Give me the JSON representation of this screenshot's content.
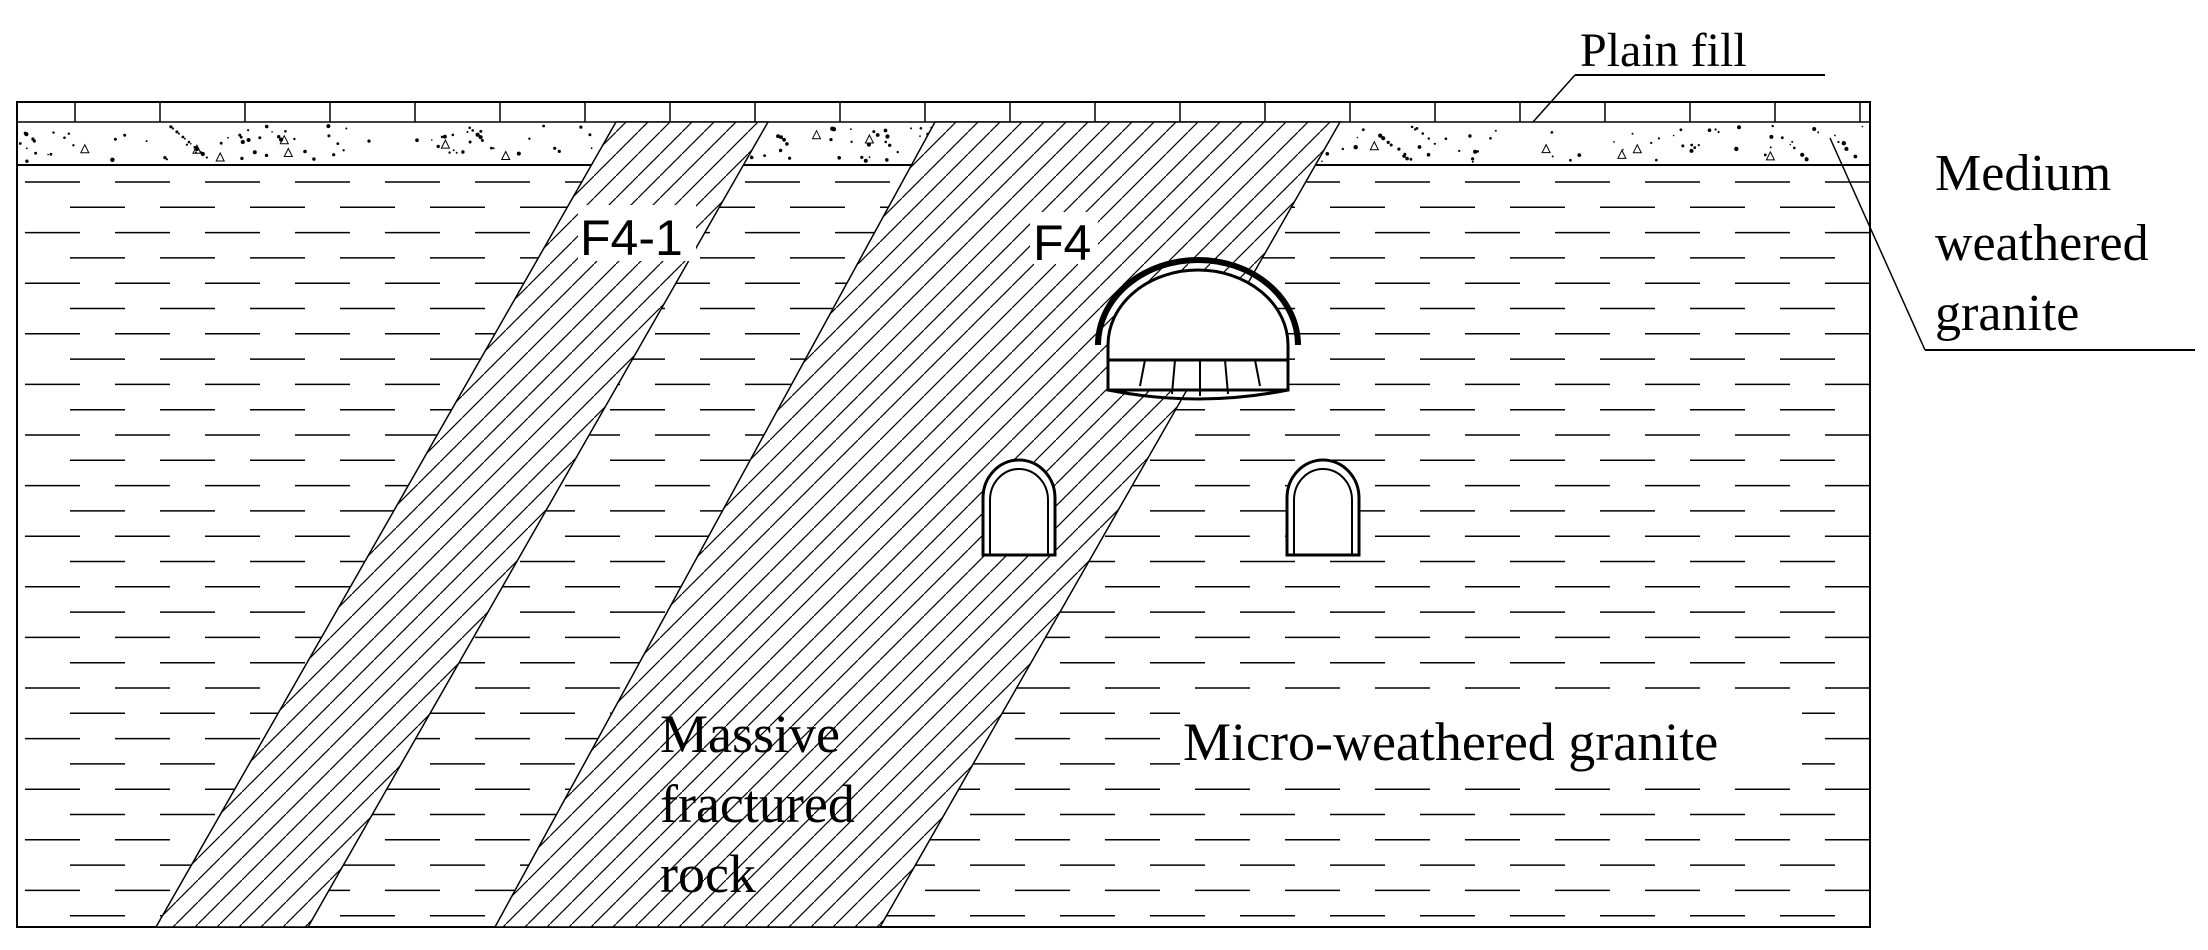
{
  "labels": {
    "plain_fill": "Plain fill",
    "medium_weathered_line1": "Medium",
    "medium_weathered_line2": "weathered",
    "medium_weathered_line3": "granite",
    "fault_f4_1": "F4-1",
    "fault_f4": "F4",
    "massive_line1": "Massive",
    "massive_line2": "fractured",
    "massive_line3": "rock",
    "micro_weathered": "Micro-weathered granite"
  },
  "colors": {
    "stroke": "#000000",
    "background": "#ffffff"
  }
}
